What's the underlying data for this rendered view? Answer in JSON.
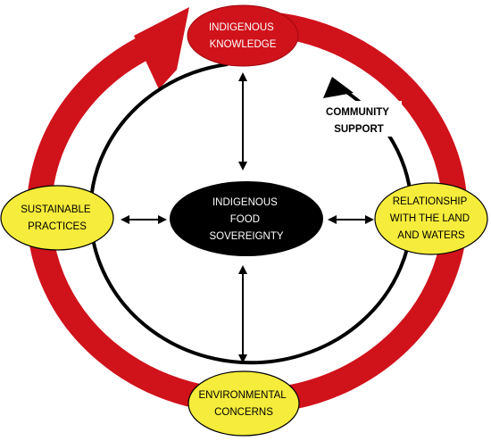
{
  "center": {
    "lines": [
      "INDIGENOUS",
      "FOOD",
      "SOVEREIGNTY"
    ]
  },
  "nodes": {
    "top": {
      "lines": [
        "INDIGENOUS",
        "KNOWLEDGE"
      ]
    },
    "left": {
      "lines": [
        "SUSTAINABLE",
        "PRACTICES"
      ]
    },
    "right": {
      "lines": [
        "RELATIONSHIP",
        "WITH THE LAND",
        "AND WATERS"
      ]
    },
    "bottom": {
      "lines": [
        "ENVIRONMENTAL",
        "CONCERNS"
      ]
    }
  },
  "ring_label": {
    "lines": [
      "COMMUNITY",
      "SUPPORT"
    ]
  },
  "colors": {
    "outer_ring": "#d0121b",
    "inner_ring": "#000000",
    "center_fill": "#000000",
    "center_text": "#ffffff",
    "node_fill": "#f5ec3b",
    "top_node_fill": "#d0121b",
    "top_node_text": "#ffffff",
    "node_text": "#000000"
  }
}
